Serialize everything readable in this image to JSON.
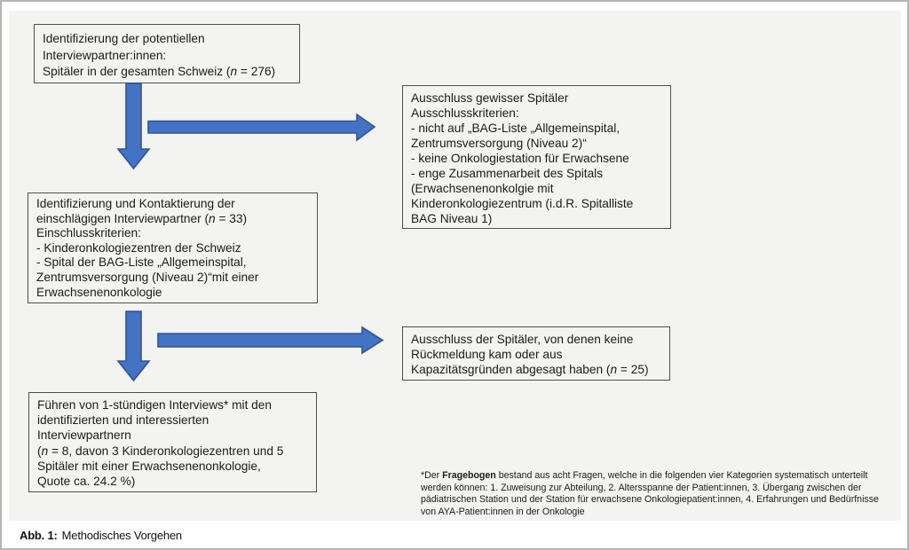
{
  "colors": {
    "arrow_fill": "#4472C4",
    "arrow_stroke": "#2F5496",
    "panel_bg": "#F3F3F1",
    "box_border": "#4D4F52",
    "page_border": "#B5B5B5",
    "text": "#1B1B1B"
  },
  "flowchart": {
    "boxes": [
      {
        "id": "identify-potential-partners",
        "lines": [
          "Identifizierung der potentiellen",
          "Interviewpartner:innen:",
          "Spitäler in der gesamten Schweiz (*n* = 276)"
        ]
      },
      {
        "id": "exclusion-criteria",
        "lines": [
          "Ausschluss gewisser Spitäler",
          "Ausschlusskriterien:",
          "- nicht auf „BAG-Liste „Allgemeinspital,",
          "Zentrumsversorgung (Niveau 2)“",
          "- keine Onkologiestation für Erwachsene",
          "- enge Zusammenarbeit des Spitals",
          "(Erwachsenenonkolgie mit",
          "Kinderonkologiezentrum (i.d.R. Spitalliste",
          "BAG Niveau 1)"
        ]
      },
      {
        "id": "identify-contact-partners",
        "lines": [
          "Identifizierung und Kontaktierung der",
          "einschlägigen Interviewpartner (*n* = 33)",
          "Einschlusskriterien:",
          "- Kinderonkologiezentren der Schweiz",
          "- Spital der BAG-Liste „Allgemeinspital,",
          "Zentrumsversorgung (Niveau 2)“mit einer",
          "Erwachsenenonkologie"
        ]
      },
      {
        "id": "exclusion-no-response",
        "lines": [
          "Ausschluss der Spitäler, von denen keine",
          "Rückmeldung kam oder aus",
          "Kapazitätsgründen abgesagt haben (*n* = 25)"
        ]
      },
      {
        "id": "conduct-interviews",
        "lines": [
          "Führen von 1-stündigen Interviews* mit den",
          "identifizierten und interessierten",
          "Interviewpartnern",
          "(*n* = 8, davon 3 Kinderonkologiezentren und 5",
          "Spitäler mit einer Erwachsenenonkologie,",
          "Quote ca. 24.2 %)"
        ]
      }
    ]
  },
  "footnote": {
    "lines": [
      "*Der **Fragebogen** bestand aus acht Fragen, welche in die folgenden vier Kategorien systematisch unterteilt",
      "werden können: 1. Zuweisung zur Abteilung, 2. Altersspanne der Patient:innen, 3. Übergang zwischen der",
      "pädiatrischen Station und der Station für erwachsene Onkologiepatient:innen, 4. Erfahrungen und Bedürfnisse",
      "von AYA-Patient:innen in der Onkologie"
    ]
  },
  "caption": {
    "label": "Abb. 1:",
    "text": "Methodisches Vorgehen"
  }
}
